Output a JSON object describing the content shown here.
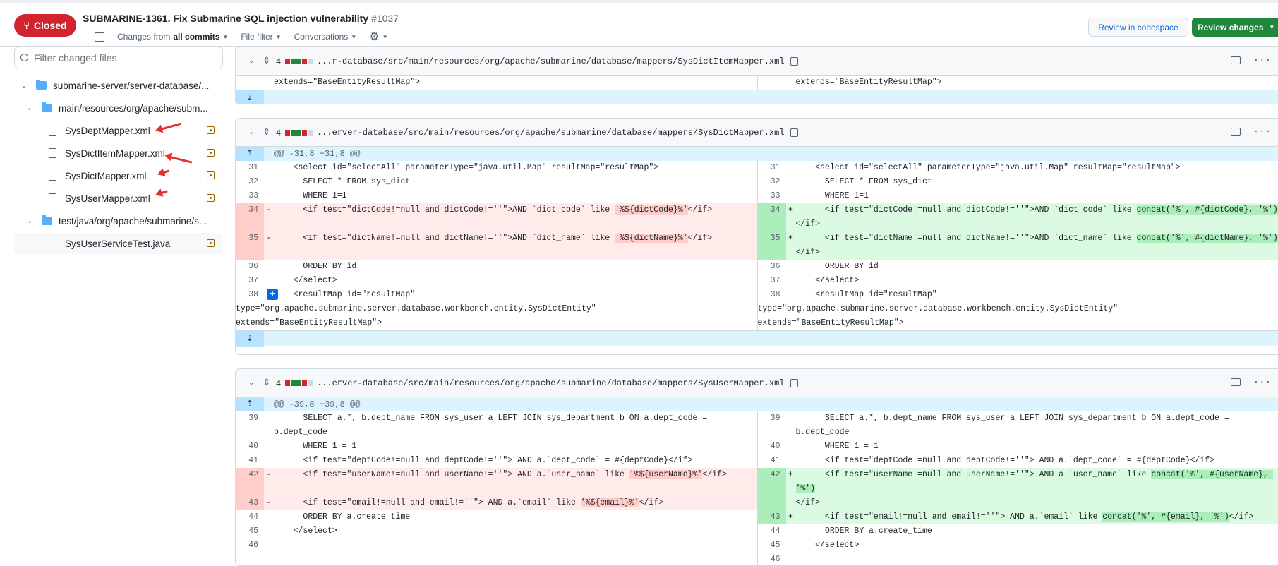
{
  "header": {
    "status": "Closed",
    "title": "SUBMARINE-1361. Fix Submarine SQL injection vulnerability",
    "number": "#1037",
    "changes_prefix": "Changes from",
    "changes_value": "all commits",
    "file_filter": "File filter",
    "conversations": "Conversations",
    "codespace_btn": "Review in codespace",
    "review_btn": "Review changes"
  },
  "sidebar": {
    "filter_placeholder": "Filter changed files",
    "tree": [
      {
        "label": "submarine-server/server-database/..."
      },
      {
        "label": "main/resources/org/apache/subm..."
      },
      {
        "label": "SysDeptMapper.xml"
      },
      {
        "label": "SysDictItemMapper.xml"
      },
      {
        "label": "SysDictMapper.xml"
      },
      {
        "label": "SysUserMapper.xml"
      },
      {
        "label": "test/java/org/apache/submarine/s..."
      },
      {
        "label": "SysUserServiceTest.java"
      }
    ]
  },
  "files": [
    {
      "count": "4",
      "path": "...r-database/src/main/resources/org/apache/submarine/database/mappers/SysDictItemMapper.xml",
      "left_tail": "extends=\"BaseEntityResultMap\">",
      "right_tail": "extends=\"BaseEntityResultMap\">"
    },
    {
      "count": "4",
      "path": "...erver-database/src/main/resources/org/apache/submarine/database/mappers/SysDictMapper.xml",
      "hunk": "@@ -31,8 +31,8 @@",
      "lines": [
        {
          "n": "31",
          "code": "    <select id=\"selectAll\" parameterType=\"java.util.Map\" resultMap=\"resultMap\">"
        },
        {
          "n": "32",
          "code": "      SELECT * FROM sys_dict"
        },
        {
          "n": "33",
          "code": "      WHERE 1=1"
        },
        {
          "n": "34",
          "del_a": "      <if test=\"dictCode!=null and dictCode!=''\">AND `dict_code` like ",
          "del_h": "'%${dictCode}%'",
          "del_b": "</if>",
          "add_a": "      <if test=\"dictCode!=null and dictCode!=''\">AND `dict_code` like ",
          "add_h": "concat('%', #{dictCode}, '%')",
          "add_b": "\n</if>"
        },
        {
          "n": "35",
          "del_a": "      <if test=\"dictName!=null and dictName!=''\">AND `dict_name` like ",
          "del_h": "'%${dictName}%'",
          "del_b": "</if>",
          "add_a": "      <if test=\"dictName!=null and dictName!=''\">AND `dict_name` like ",
          "add_h": "concat('%', #{dictName}, '%')",
          "add_b": "\n</if>"
        },
        {
          "n": "36",
          "code": "      ORDER BY id"
        },
        {
          "n": "37",
          "code": "    </select>"
        },
        {
          "n": "38",
          "code": "    <resultMap id=\"resultMap\""
        },
        {
          "code": "type=\"org.apache.submarine.server.database.workbench.entity.SysDictEntity\""
        },
        {
          "code": "extends=\"BaseEntityResultMap\">"
        }
      ]
    },
    {
      "count": "4",
      "path": "...erver-database/src/main/resources/org/apache/submarine/database/mappers/SysUserMapper.xml",
      "hunk": "@@ -39,8 +39,8 @@",
      "lines": [
        {
          "n": "39",
          "code": "      SELECT a.*, b.dept_name FROM sys_user a LEFT JOIN sys_department b ON a.dept_code = b.dept_code"
        },
        {
          "n": "40",
          "code": "      WHERE 1 = 1"
        },
        {
          "n": "41",
          "code": "      <if test=\"deptCode!=null and deptCode!=''\"> AND a.`dept_code` = #{deptCode}</if>"
        },
        {
          "n": "42",
          "del_a": "      <if test=\"userName!=null and userName!=''\"> AND a.`user_name` like ",
          "del_h": "'%${userName}%'",
          "del_b": "</if>",
          "add_a": "      <if test=\"userName!=null and userName!=''\"> AND a.`user_name` like ",
          "add_h": "concat('%', #{userName}, '%')",
          "add_b": "\n</if>"
        },
        {
          "n": "43",
          "del_a": "      <if test=\"email!=null and email!=''\"> AND a.`email` like ",
          "del_h": "'%${email}%'",
          "del_b": "</if>",
          "add_a": "      <if test=\"email!=null and email!=''\"> AND a.`email` like ",
          "add_h": "concat('%', #{email}, '%')",
          "add_b": "</if>"
        },
        {
          "n": "44",
          "code": "      ORDER BY a.create_time"
        },
        {
          "n": "45",
          "code": "    </select>"
        },
        {
          "n": "46",
          "code": ""
        }
      ]
    }
  ],
  "colors": {
    "closed": "#d1242f",
    "review": "#1f883d",
    "link": "#0969da"
  }
}
